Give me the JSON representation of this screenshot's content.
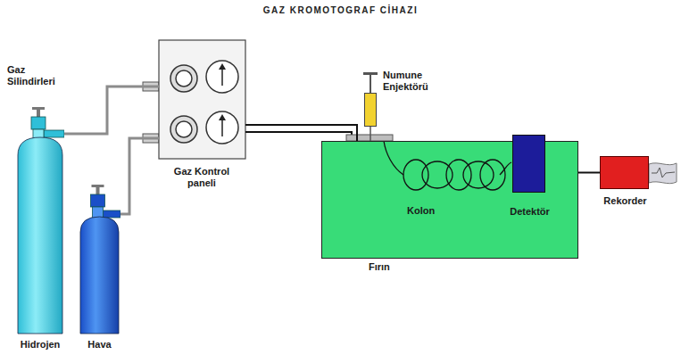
{
  "diagram": {
    "title": "GAZ KROMOTOGRAF CİHAZI",
    "nodes": [
      {
        "text": [
          "Gaz Kontrol paneli"
        ]
      },
      {
        "text": [
          "Numune Enjektörü"
        ]
      },
      {
        "text": [
          "Fırın"
        ]
      },
      {
        "text": [
          "Detektör"
        ],
        "in": 2
      },
      {
        "text": [
          "Rekorder"
        ]
      },
      {
        "text": [
          "Hidrojen"
        ]
      },
      {
        "text": [
          "Hava"
        ]
      }
    ],
    "edges": [
      {
        "from": 5,
        "to": 0,
        "arrow": "none"
      },
      {
        "from": 6,
        "to": 0,
        "arrow": "none"
      },
      {
        "from": 0,
        "to": 2,
        "arrow": "none"
      },
      {
        "from": 1,
        "to": 2,
        "arrow": "none"
      },
      {
        "from": 2,
        "to": 4,
        "arrow": "none"
      }
    ],
    "labels": [
      "Gaz Silindirleri",
      "Kolon"
    ]
  }
}
